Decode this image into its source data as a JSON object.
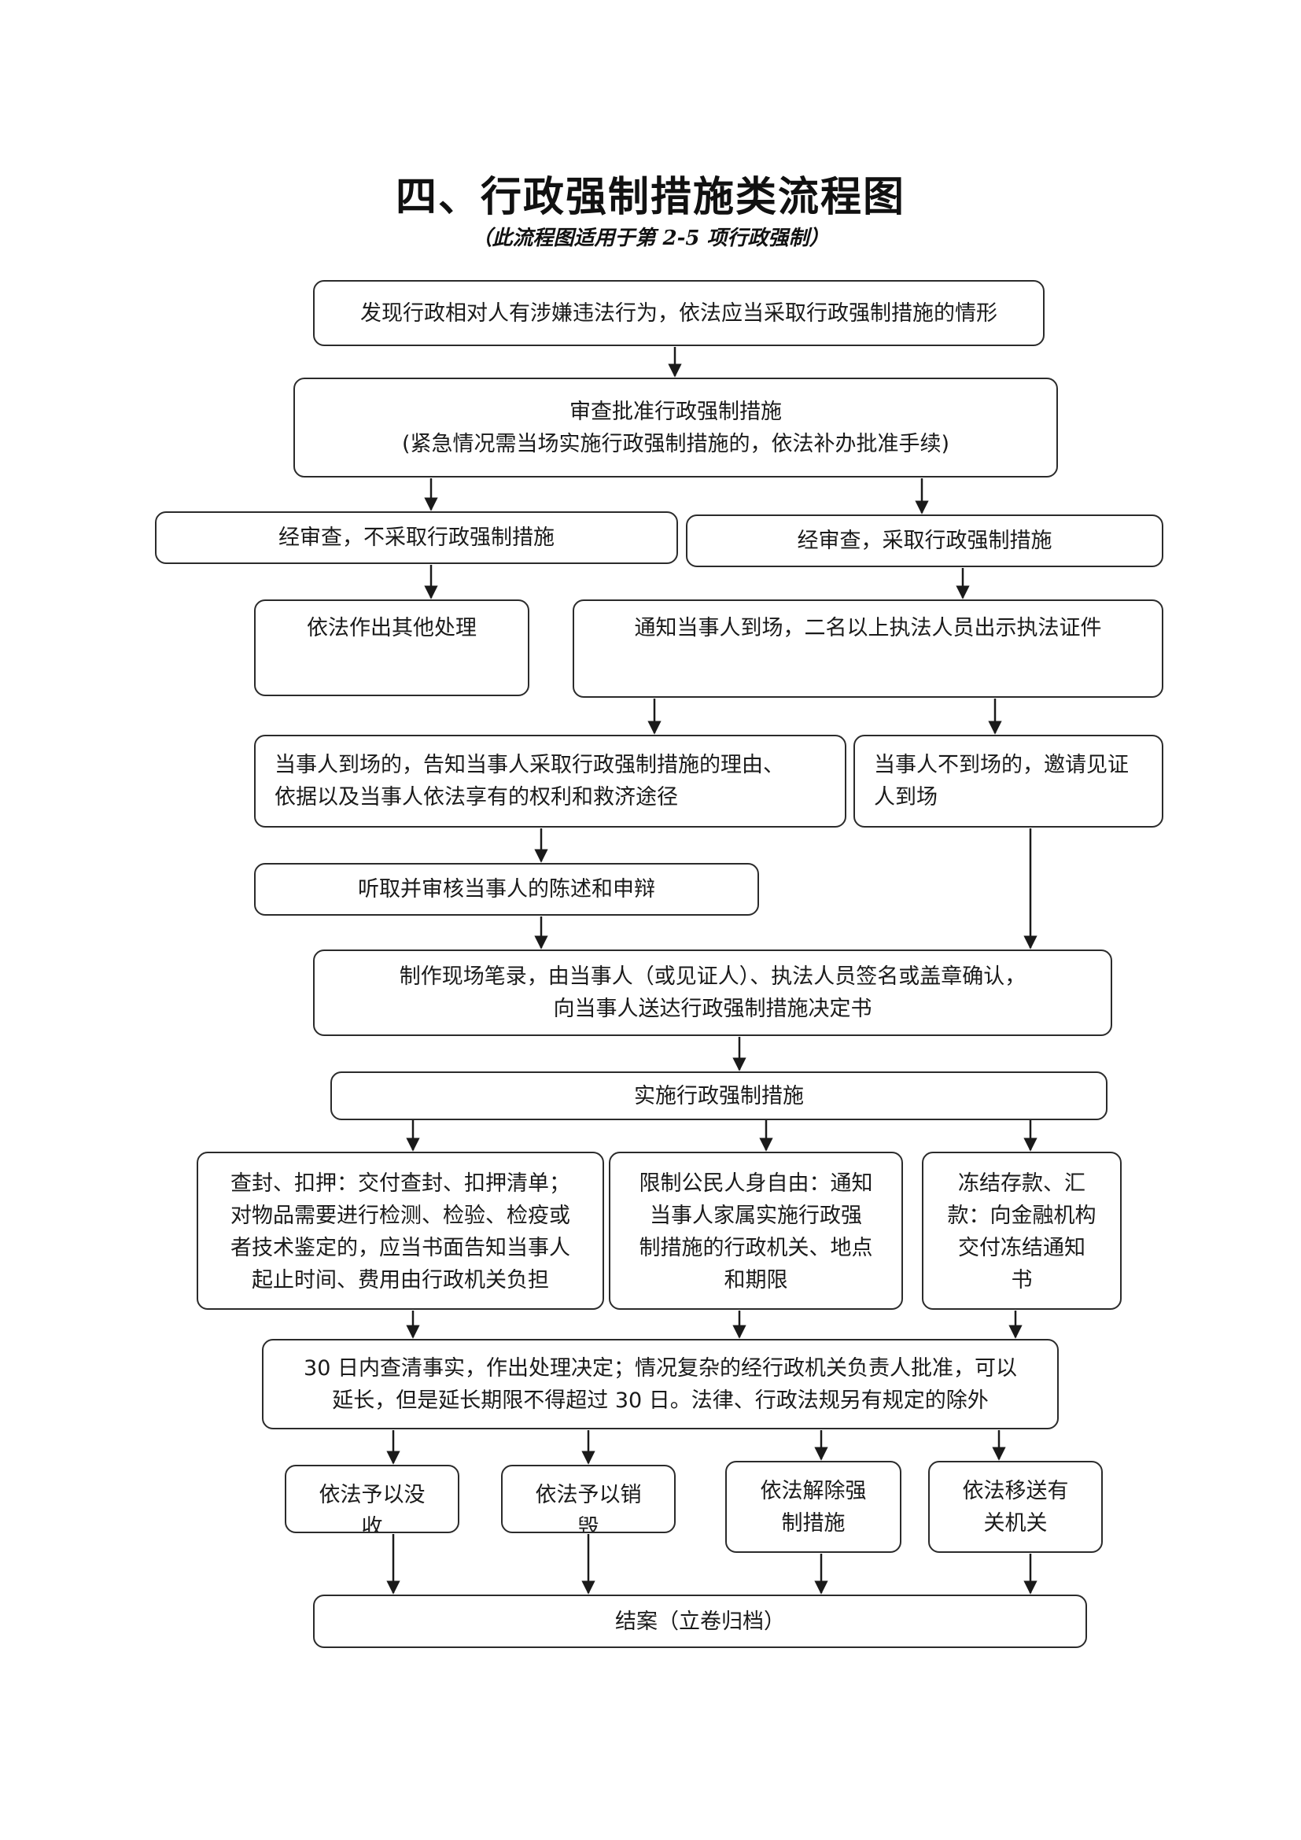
{
  "title": "四、行政强制措施类流程图",
  "subtitle": "（此流程图适用于第 2-5 项行政强制）",
  "nodes": {
    "discover": "发现行政相对人有涉嫌违法行为，依法应当采取行政强制措施的情形",
    "review": {
      "line1": "审查批准行政强制措施",
      "line2": "(紧急情况需当场实施行政强制措施的，依法补办批准手续)"
    },
    "not_adopt": "经审查，不采取行政强制措施",
    "adopt": "经审查，采取行政强制措施",
    "other_handling": "依法作出其他处理",
    "notify": "通知当事人到场，二名以上执法人员出示执法证件",
    "party_present": {
      "line1": "当事人到场的，告知当事人采取行政强制措施的理由、",
      "line2": "依据以及当事人依法享有的权利和救济途径"
    },
    "party_absent": {
      "line1": "当事人不到场的，邀请见证",
      "line2": "人到场"
    },
    "hear": "听取并审核当事人的陈述和申辩",
    "record": {
      "line1": "制作现场笔录，由当事人（或见证人）、执法人员签名或盖章确认，",
      "line2": "向当事人送达行政强制措施决定书"
    },
    "implement": "实施行政强制措施",
    "seal": {
      "line1": "查封、扣押：交付查封、扣押清单；",
      "line2": "对物品需要进行检测、检验、检疫或",
      "line3": "者技术鉴定的，应当书面告知当事人",
      "line4": "起止时间、费用由行政机关负担"
    },
    "restrict": {
      "line1": "限制公民人身自由：通知",
      "line2": "当事人家属实施行政强",
      "line3": "制措施的行政机关、地点",
      "line4": "和期限"
    },
    "freeze": {
      "line1": "冻结存款、汇",
      "line2": "款：向金融机构",
      "line3": "交付冻结通知",
      "line4": "书"
    },
    "investigate": {
      "line1": "30 日内查清事实，作出处理决定；情况复杂的经行政机关负责人批准，可以",
      "line2": "延长，但是延长期限不得超过 30 日。法律、行政法规另有规定的除外"
    },
    "confiscate": {
      "line1": "依法予以没",
      "line2": "收"
    },
    "destroy": {
      "line1": "依法予以销",
      "line2": "毁"
    },
    "release": {
      "line1": "依法解除强",
      "line2": "制措施"
    },
    "transfer": {
      "line1": "依法移送有",
      "line2": "关机关"
    },
    "close": "结案（立卷归档）"
  }
}
